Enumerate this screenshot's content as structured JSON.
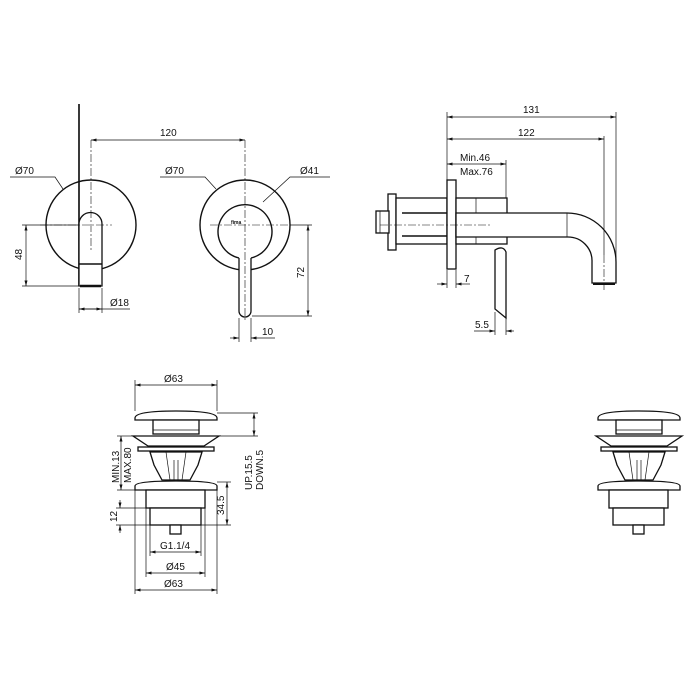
{
  "front_view": {
    "spacing": "120",
    "plate_left": "Ø70",
    "plate_right": "Ø70",
    "lever_hub": "Ø41",
    "spout_height": "48",
    "spout_diameter": "Ø18",
    "lever_length": "72",
    "lever_width": "10",
    "logo": "fima"
  },
  "side_view": {
    "overall_depth": "131",
    "spout_reach": "122",
    "wall_min": "Min.46",
    "wall_max": "Max.76",
    "plate_thickness": "7",
    "lever_thickness": "5.5"
  },
  "waste_view": {
    "cap_diameter": "Ø63",
    "min_label": "MIN.13",
    "max_label": "MAX.80",
    "up_label": "UP.15.5",
    "down_label": "DOWN.5",
    "body_height": "34.5",
    "thread_height": "12",
    "thread": "G1.1/4",
    "body_diameter": "Ø45",
    "flange_diameter": "Ø63"
  }
}
